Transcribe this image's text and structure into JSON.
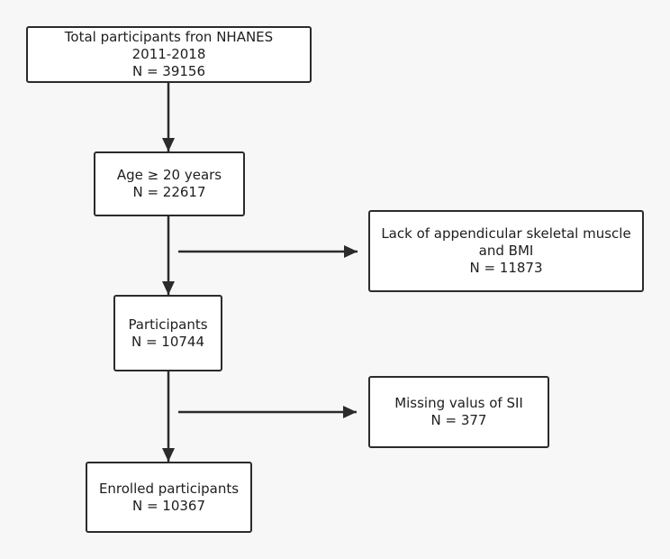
{
  "diagram": {
    "total": {
      "line1": "Total participants fron NHANES",
      "line2": "2011-2018",
      "line3": "N = 39156"
    },
    "age": {
      "line1": "Age ≥ 20 years",
      "line2": "N = 22617"
    },
    "exclusion1": {
      "line1": "Lack of appendicular skeletal muscle",
      "line2": "and BMI",
      "line3": "N = 11873"
    },
    "participants": {
      "line1": "Participants",
      "line2": "N = 10744"
    },
    "exclusion2": {
      "line1": "Missing valus of SII",
      "line2": "N = 377"
    },
    "enrolled": {
      "line1": "Enrolled participants",
      "line2": "N = 10367"
    }
  }
}
